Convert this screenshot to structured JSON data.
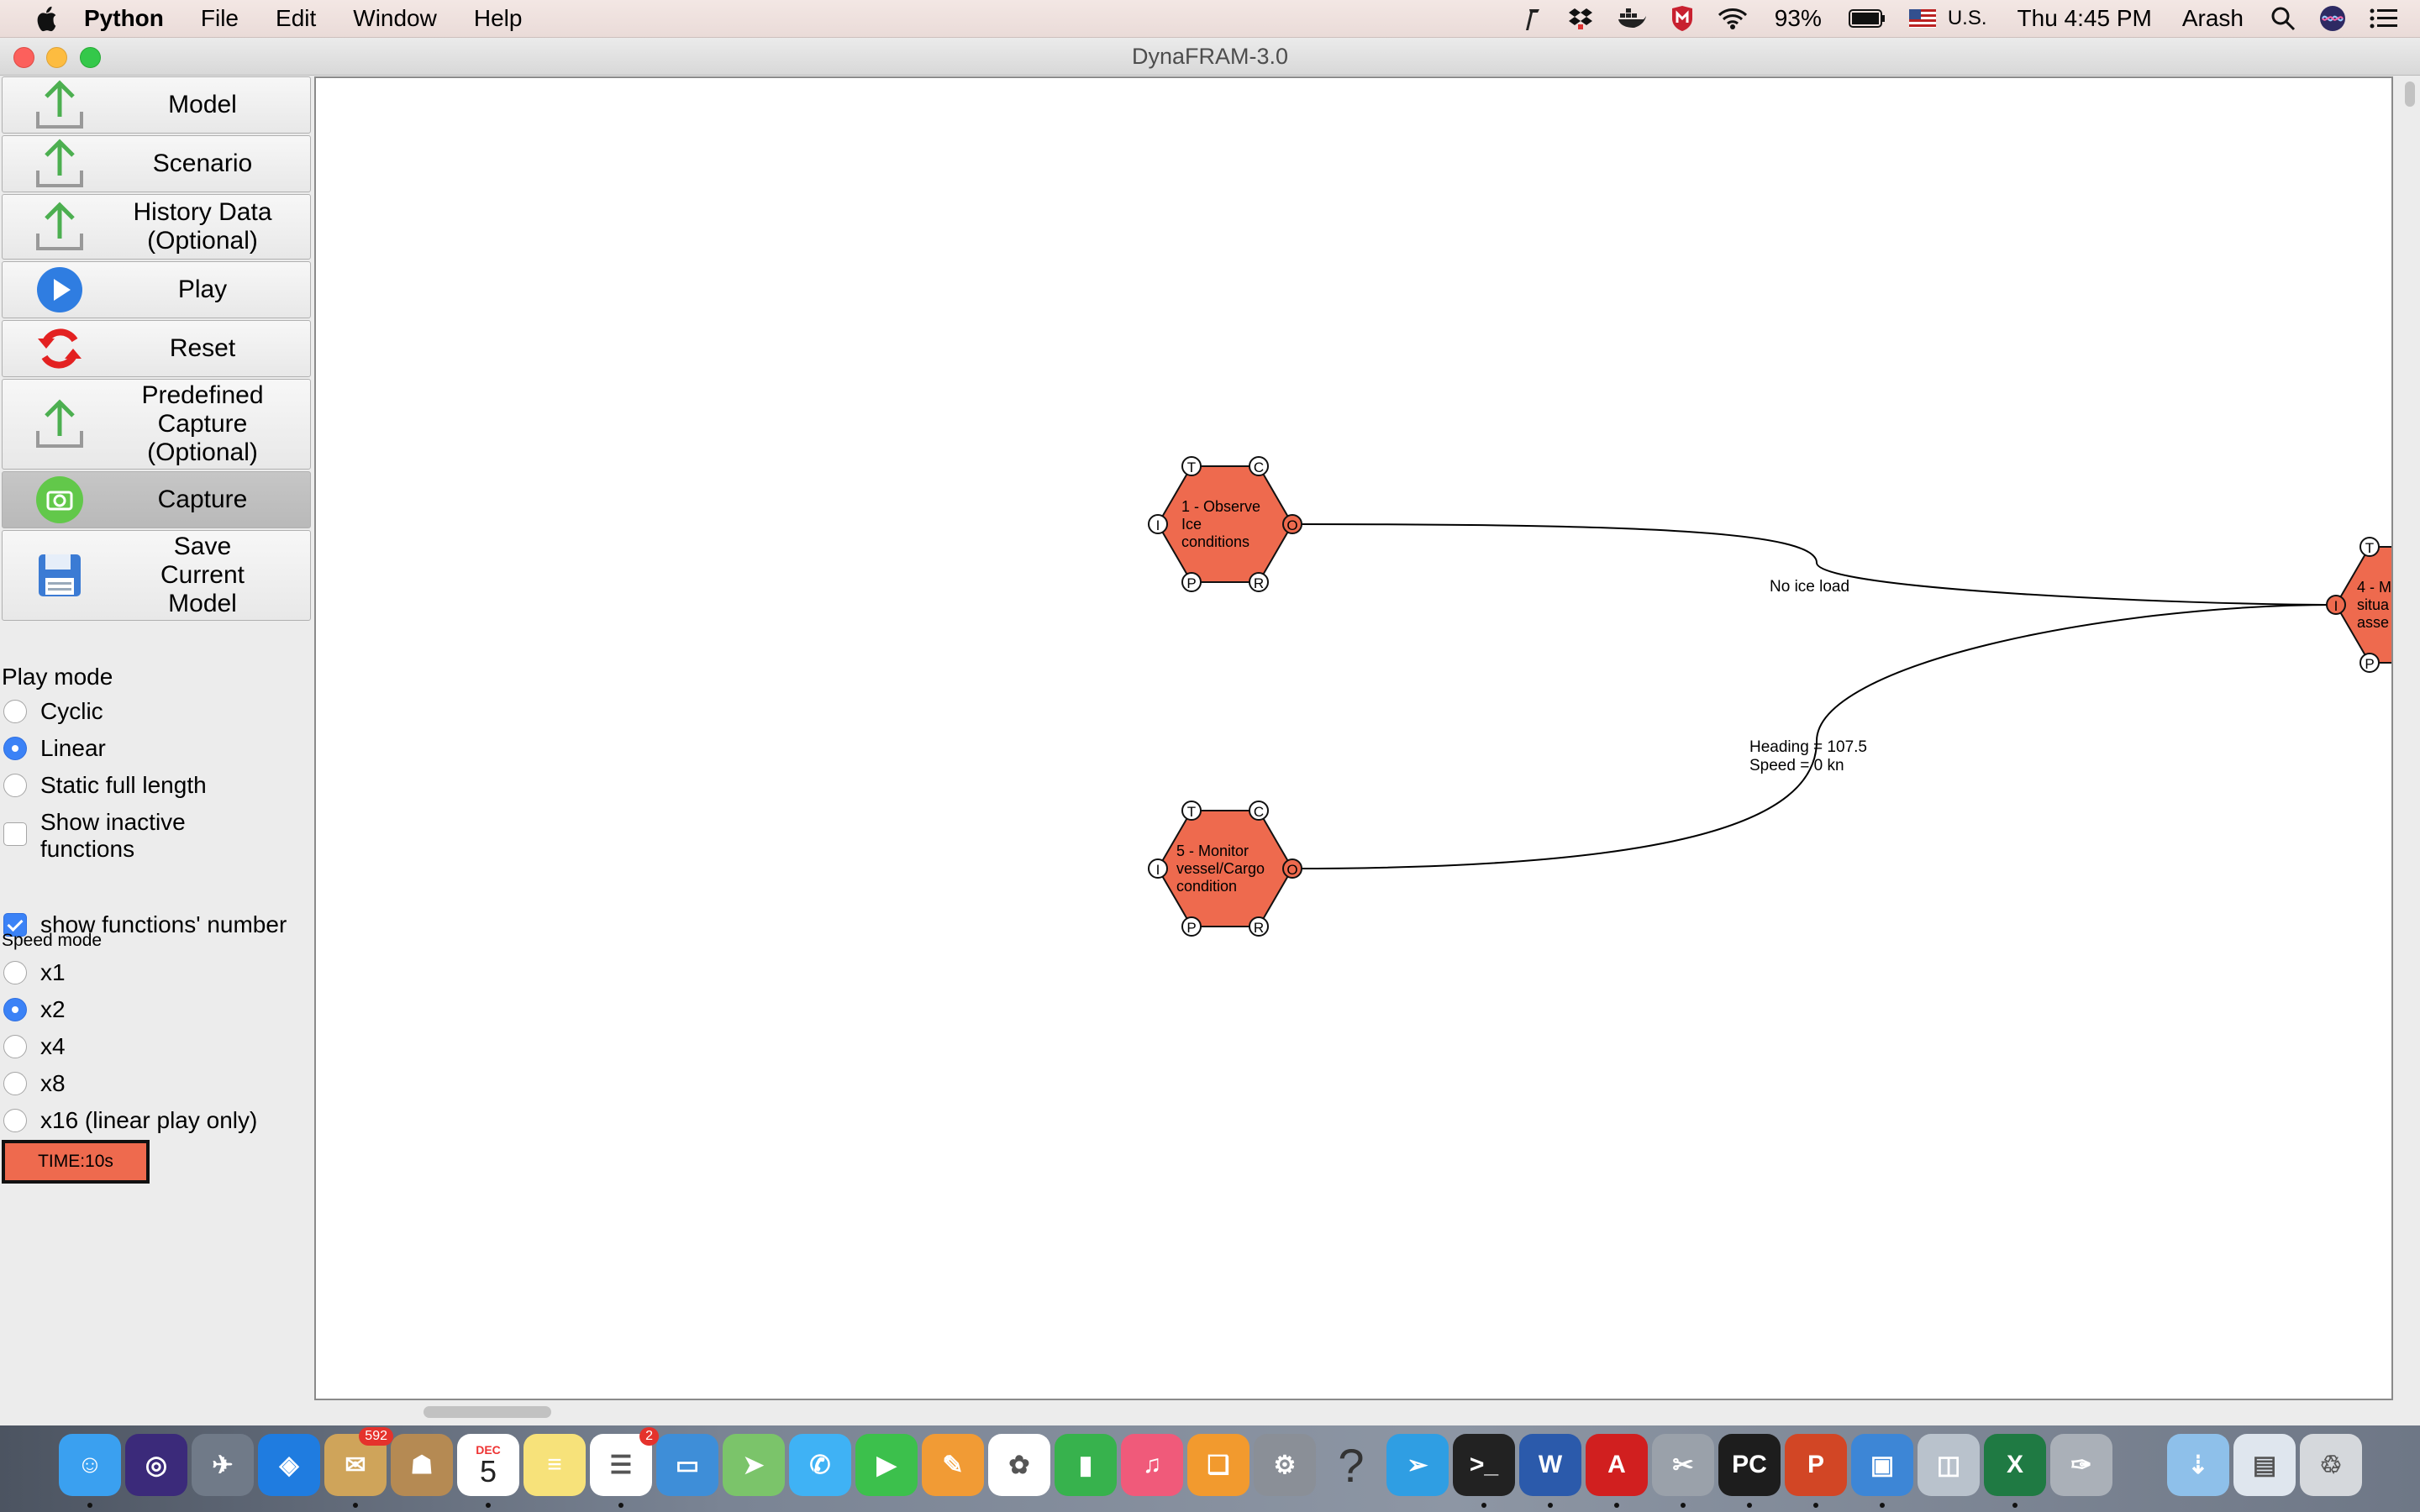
{
  "menubar": {
    "app_name": "Python",
    "items": [
      "File",
      "Edit",
      "Window",
      "Help"
    ],
    "battery": "93%",
    "input_source": "U.S.",
    "clock": "Thu 4:45 PM",
    "user": "Arash"
  },
  "window": {
    "title": "DynaFRAM-3.0"
  },
  "sidebar": {
    "buttons": [
      {
        "label": "Model",
        "icon": "upload-icon"
      },
      {
        "label": "Scenario",
        "icon": "upload-icon"
      },
      {
        "label": "History Data\n(Optional)",
        "icon": "upload-icon"
      },
      {
        "label": "Play",
        "icon": "play-icon"
      },
      {
        "label": "Reset",
        "icon": "reset-icon"
      },
      {
        "label": "Predefined\nCapture\n(Optional)",
        "icon": "upload-icon"
      },
      {
        "label": "Capture",
        "icon": "camera-icon"
      },
      {
        "label": "Save\nCurrent\nModel",
        "icon": "floppy-disk-icon"
      }
    ],
    "play_mode": {
      "title": "Play mode",
      "options": [
        "Cyclic",
        "Linear",
        "Static full length"
      ],
      "selected": "Linear",
      "show_inactive": "Show inactive\n   functions",
      "show_numbers": "show functions' number"
    },
    "speed_mode": {
      "title": "Speed mode",
      "options": [
        "x1",
        "x2",
        "x4",
        "x8",
        "x16 (linear play only)"
      ],
      "selected": "x2"
    },
    "time": "TIME:10s"
  },
  "diagram": {
    "functions": [
      {
        "id": 1,
        "label_lines": [
          "1 - Observe",
          "Ice",
          "conditions"
        ]
      },
      {
        "id": 5,
        "label_lines": [
          "5 - Monitor",
          "vessel/Cargo",
          "condition"
        ]
      },
      {
        "id": 4,
        "label_lines": [
          "4 - M",
          "situa",
          "asse"
        ]
      }
    ],
    "aspects": {
      "T": "T",
      "C": "C",
      "I": "I",
      "O": "O",
      "P": "P",
      "R": "R"
    },
    "links": [
      {
        "label": "No ice load"
      },
      {
        "label": "Heading = 107.5\nSpeed = 0 kn"
      }
    ],
    "colors": {
      "function_fill": "#ee6a4e",
      "aspect_fill": "#ffffff"
    }
  },
  "dock": {
    "badges": {
      "mail": "592",
      "reminders": "2"
    },
    "calendar": {
      "month": "DEC",
      "day": "5"
    },
    "apps": [
      "finder",
      "siri",
      "launchpad",
      "safari",
      "mail",
      "contacts",
      "calendar",
      "notes",
      "reminders",
      "keynote",
      "maps",
      "messages",
      "facetime",
      "pages",
      "photos",
      "numbers",
      "itunes",
      "ibooks",
      "system-preferences",
      "help",
      "telegram",
      "terminal",
      "word",
      "acrobat",
      "utilities",
      "pycharm",
      "powerpoint",
      "preview",
      "image-capture",
      "excel",
      "script-editor",
      "downloads",
      "documents",
      "trash"
    ]
  }
}
